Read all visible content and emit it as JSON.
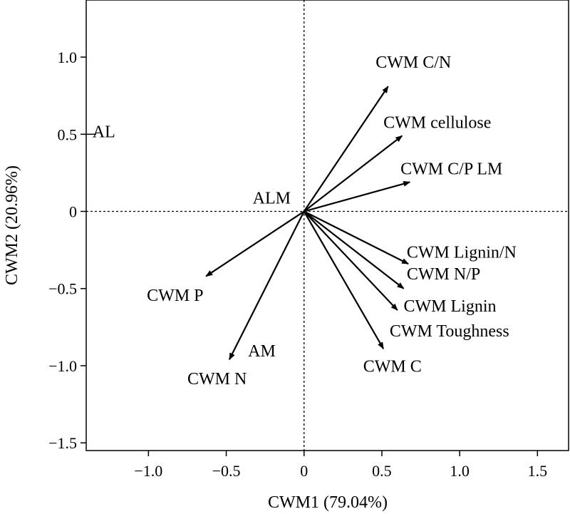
{
  "chart_data": {
    "type": "biplot",
    "xlabel": "CWM1 (79.04%)",
    "ylabel": "CWM2 (20.96%)",
    "xlim": [
      -1.4,
      1.7
    ],
    "ylim": [
      -1.55,
      1.37
    ],
    "xticks": [
      -1.0,
      -0.5,
      0,
      0.5,
      1.0,
      1.5
    ],
    "xtick_labels": [
      "−1.0",
      "−0.5",
      "0",
      "0.5",
      "1.0",
      "1.5"
    ],
    "yticks": [
      -1.5,
      -1.0,
      -0.5,
      0,
      0.5,
      1.0
    ],
    "ytick_labels": [
      "−1.5",
      "−1.0",
      "−0.5",
      "0",
      "0.5",
      "1.0"
    ],
    "zero_lines": true,
    "grid": false,
    "vectors": [
      {
        "name": "CWM C/N",
        "x": 0.54,
        "y": 0.81
      },
      {
        "name": "CWM cellulose",
        "x": 0.63,
        "y": 0.49
      },
      {
        "name": "CWM C/P LM",
        "x": 0.68,
        "y": 0.19
      },
      {
        "name": "CWM Lignin/N",
        "x": 0.67,
        "y": -0.34
      },
      {
        "name": "CWM N/P",
        "x": 0.64,
        "y": -0.5
      },
      {
        "name": "CWM Lignin",
        "x": 0.6,
        "y": -0.64
      },
      {
        "name": "CWM Toughness",
        "x": 0.51,
        "y": -0.89
      },
      {
        "name": "CWM P",
        "x": -0.63,
        "y": -0.42
      },
      {
        "name": "CWM N",
        "x": -0.48,
        "y": -0.96
      }
    ],
    "vector_labels": [
      {
        "text": "CWM C/N",
        "x": 0.46,
        "y": 0.93
      },
      {
        "text": "CWM cellulose",
        "x": 0.51,
        "y": 0.54
      },
      {
        "text": "CWM C/P LM",
        "x": 0.62,
        "y": 0.24
      },
      {
        "text": "CWM Lignin/N",
        "x": 0.66,
        "y": -0.3
      },
      {
        "text": "CWM N/P",
        "x": 0.66,
        "y": -0.44
      },
      {
        "text": "CWM Lignin",
        "x": 0.64,
        "y": -0.65
      },
      {
        "text": "CWM Toughness",
        "x": 0.55,
        "y": -0.81
      },
      {
        "text": "CWM C",
        "x": 0.38,
        "y": -1.04
      },
      {
        "text": "CWM P",
        "x": -1.01,
        "y": -0.58
      },
      {
        "text": "CWM N",
        "x": -0.75,
        "y": -1.12
      }
    ],
    "point_labels": [
      {
        "text": "AL",
        "x": -1.36,
        "y": 0.48,
        "tick": true
      },
      {
        "text": "ALM",
        "x": -0.33,
        "y": 0.05,
        "tick": false
      },
      {
        "text": "AM",
        "x": -0.36,
        "y": -0.94,
        "tick": false
      }
    ]
  }
}
